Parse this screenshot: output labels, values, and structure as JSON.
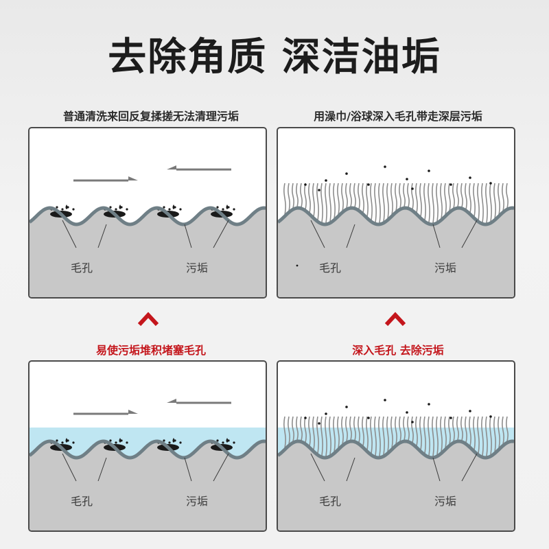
{
  "title": "去除角质 深洁油垢",
  "panels": {
    "top_left": {
      "caption": "普通清洗来回反复揉搓无法清理污垢",
      "label_pore": "毛孔",
      "label_dirt": "污垢"
    },
    "top_right": {
      "caption": "用澡巾/浴球深入毛孔带走深层污垢",
      "label_pore": "毛孔",
      "label_dirt": "污垢"
    },
    "bottom_left": {
      "caption": "易使污垢堆积堵塞毛孔",
      "label_pore": "毛孔",
      "label_dirt": "污垢"
    },
    "bottom_right": {
      "caption": "深入毛孔 去除污垢",
      "label_pore": "毛孔",
      "label_dirt": "污垢"
    }
  },
  "colors": {
    "accent_red": "#c4161c",
    "skin": "#c8c8c8",
    "outline": "#6f7f86",
    "water": "#bfe6f2"
  }
}
